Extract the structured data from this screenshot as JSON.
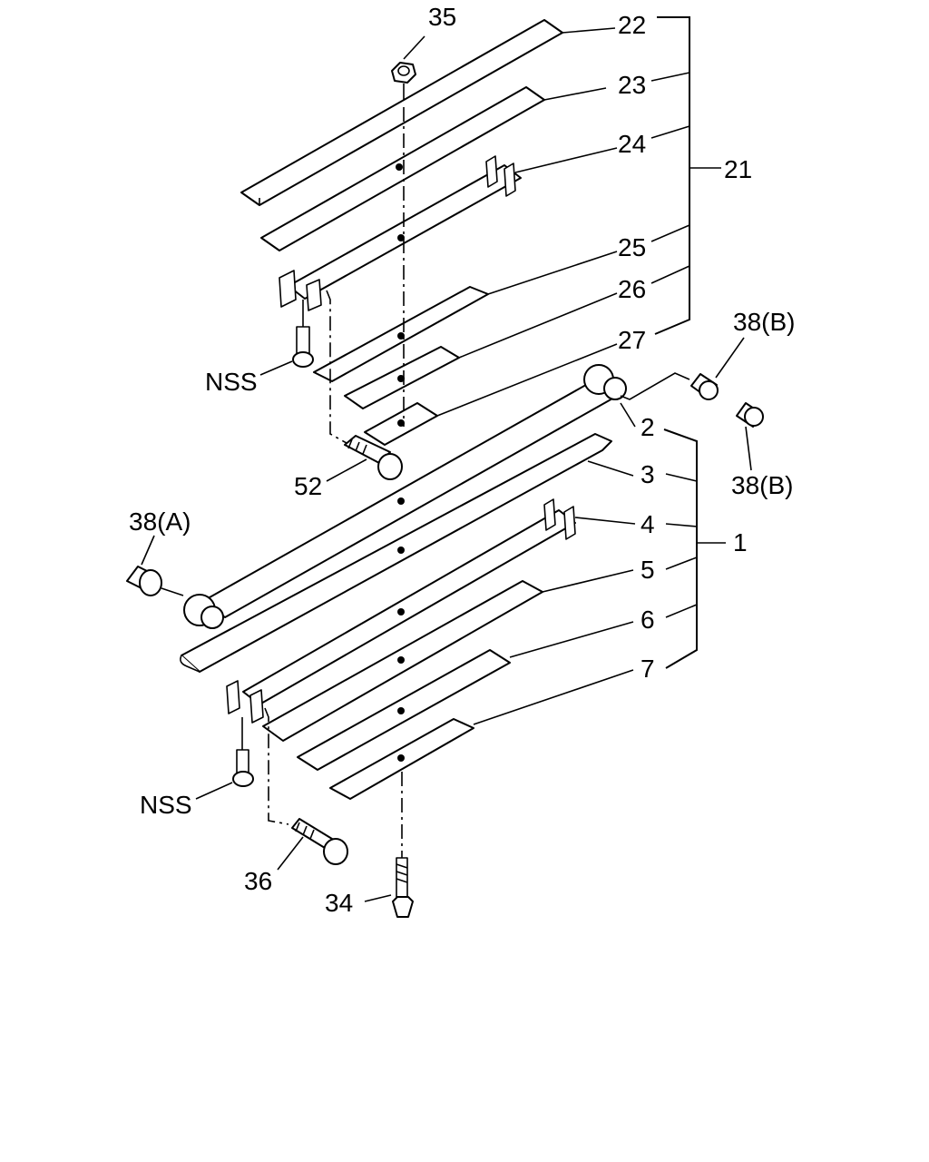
{
  "callouts": {
    "p35": "35",
    "p22": "22",
    "p23": "23",
    "p24": "24",
    "p21": "21",
    "p25": "25",
    "p26": "26",
    "p27": "27",
    "p38b_top": "38(B)",
    "p38b_bottom": "38(B)",
    "nss_upper": "NSS",
    "p52": "52",
    "p2": "2",
    "p3": "3",
    "p4": "4",
    "p1": "1",
    "p5": "5",
    "p6": "6",
    "p7": "7",
    "p38a": "38(A)",
    "nss_lower": "NSS",
    "p36": "36",
    "p34": "34"
  },
  "colors": {
    "line": "#000000",
    "background": "#ffffff"
  }
}
